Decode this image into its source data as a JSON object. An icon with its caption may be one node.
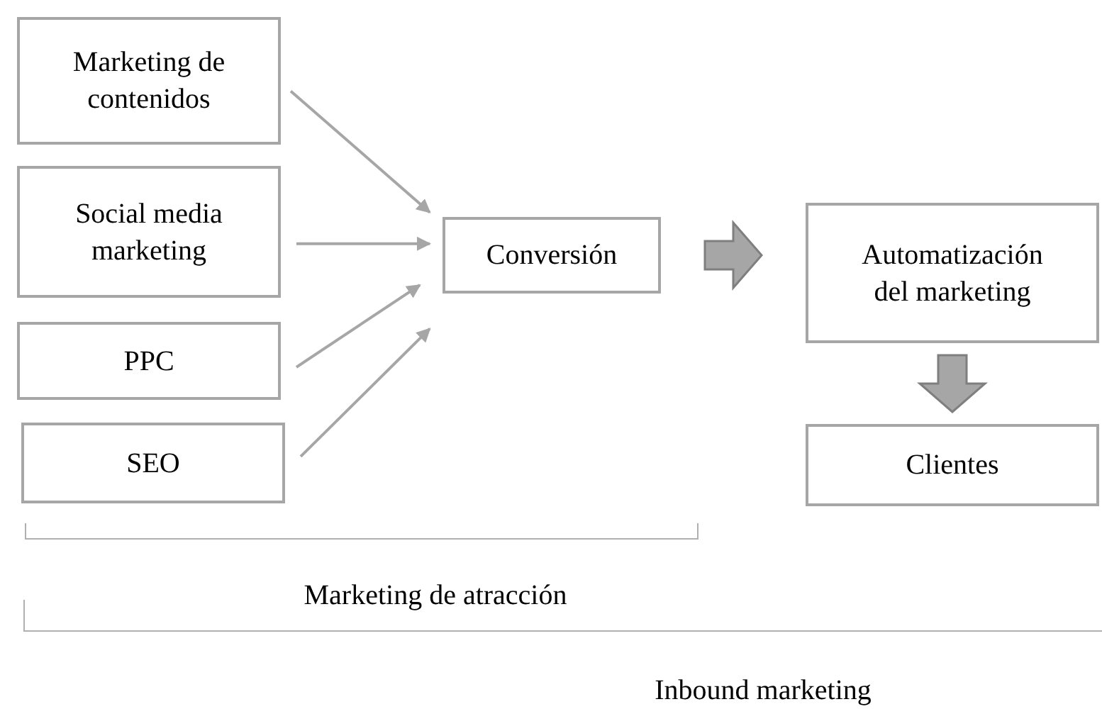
{
  "diagram": {
    "nodes": [
      {
        "text": [
          "Marketing de contenidos"
        ]
      },
      {
        "text": [
          "Social media marketing"
        ]
      },
      {
        "text": [
          "PPC"
        ]
      },
      {
        "text": [
          "SEO"
        ]
      },
      {
        "text": [
          "Conversión"
        ]
      },
      {
        "text": [
          "Automatización del marketing"
        ]
      },
      {
        "text": [
          "Clientes"
        ]
      }
    ],
    "edges": [
      {
        "from": 0,
        "to": 4,
        "arrow": "to"
      },
      {
        "from": 1,
        "to": 4,
        "arrow": "to"
      },
      {
        "from": 2,
        "to": 4,
        "arrow": "to"
      },
      {
        "from": 3,
        "to": 4,
        "arrow": "to"
      },
      {
        "from": 4,
        "to": 5,
        "arrow": "to",
        "style": "thick"
      },
      {
        "from": 5,
        "to": 6,
        "arrow": "to",
        "style": "thick"
      }
    ],
    "labels": [
      "Marketing de atracción",
      "Inbound marketing"
    ]
  }
}
